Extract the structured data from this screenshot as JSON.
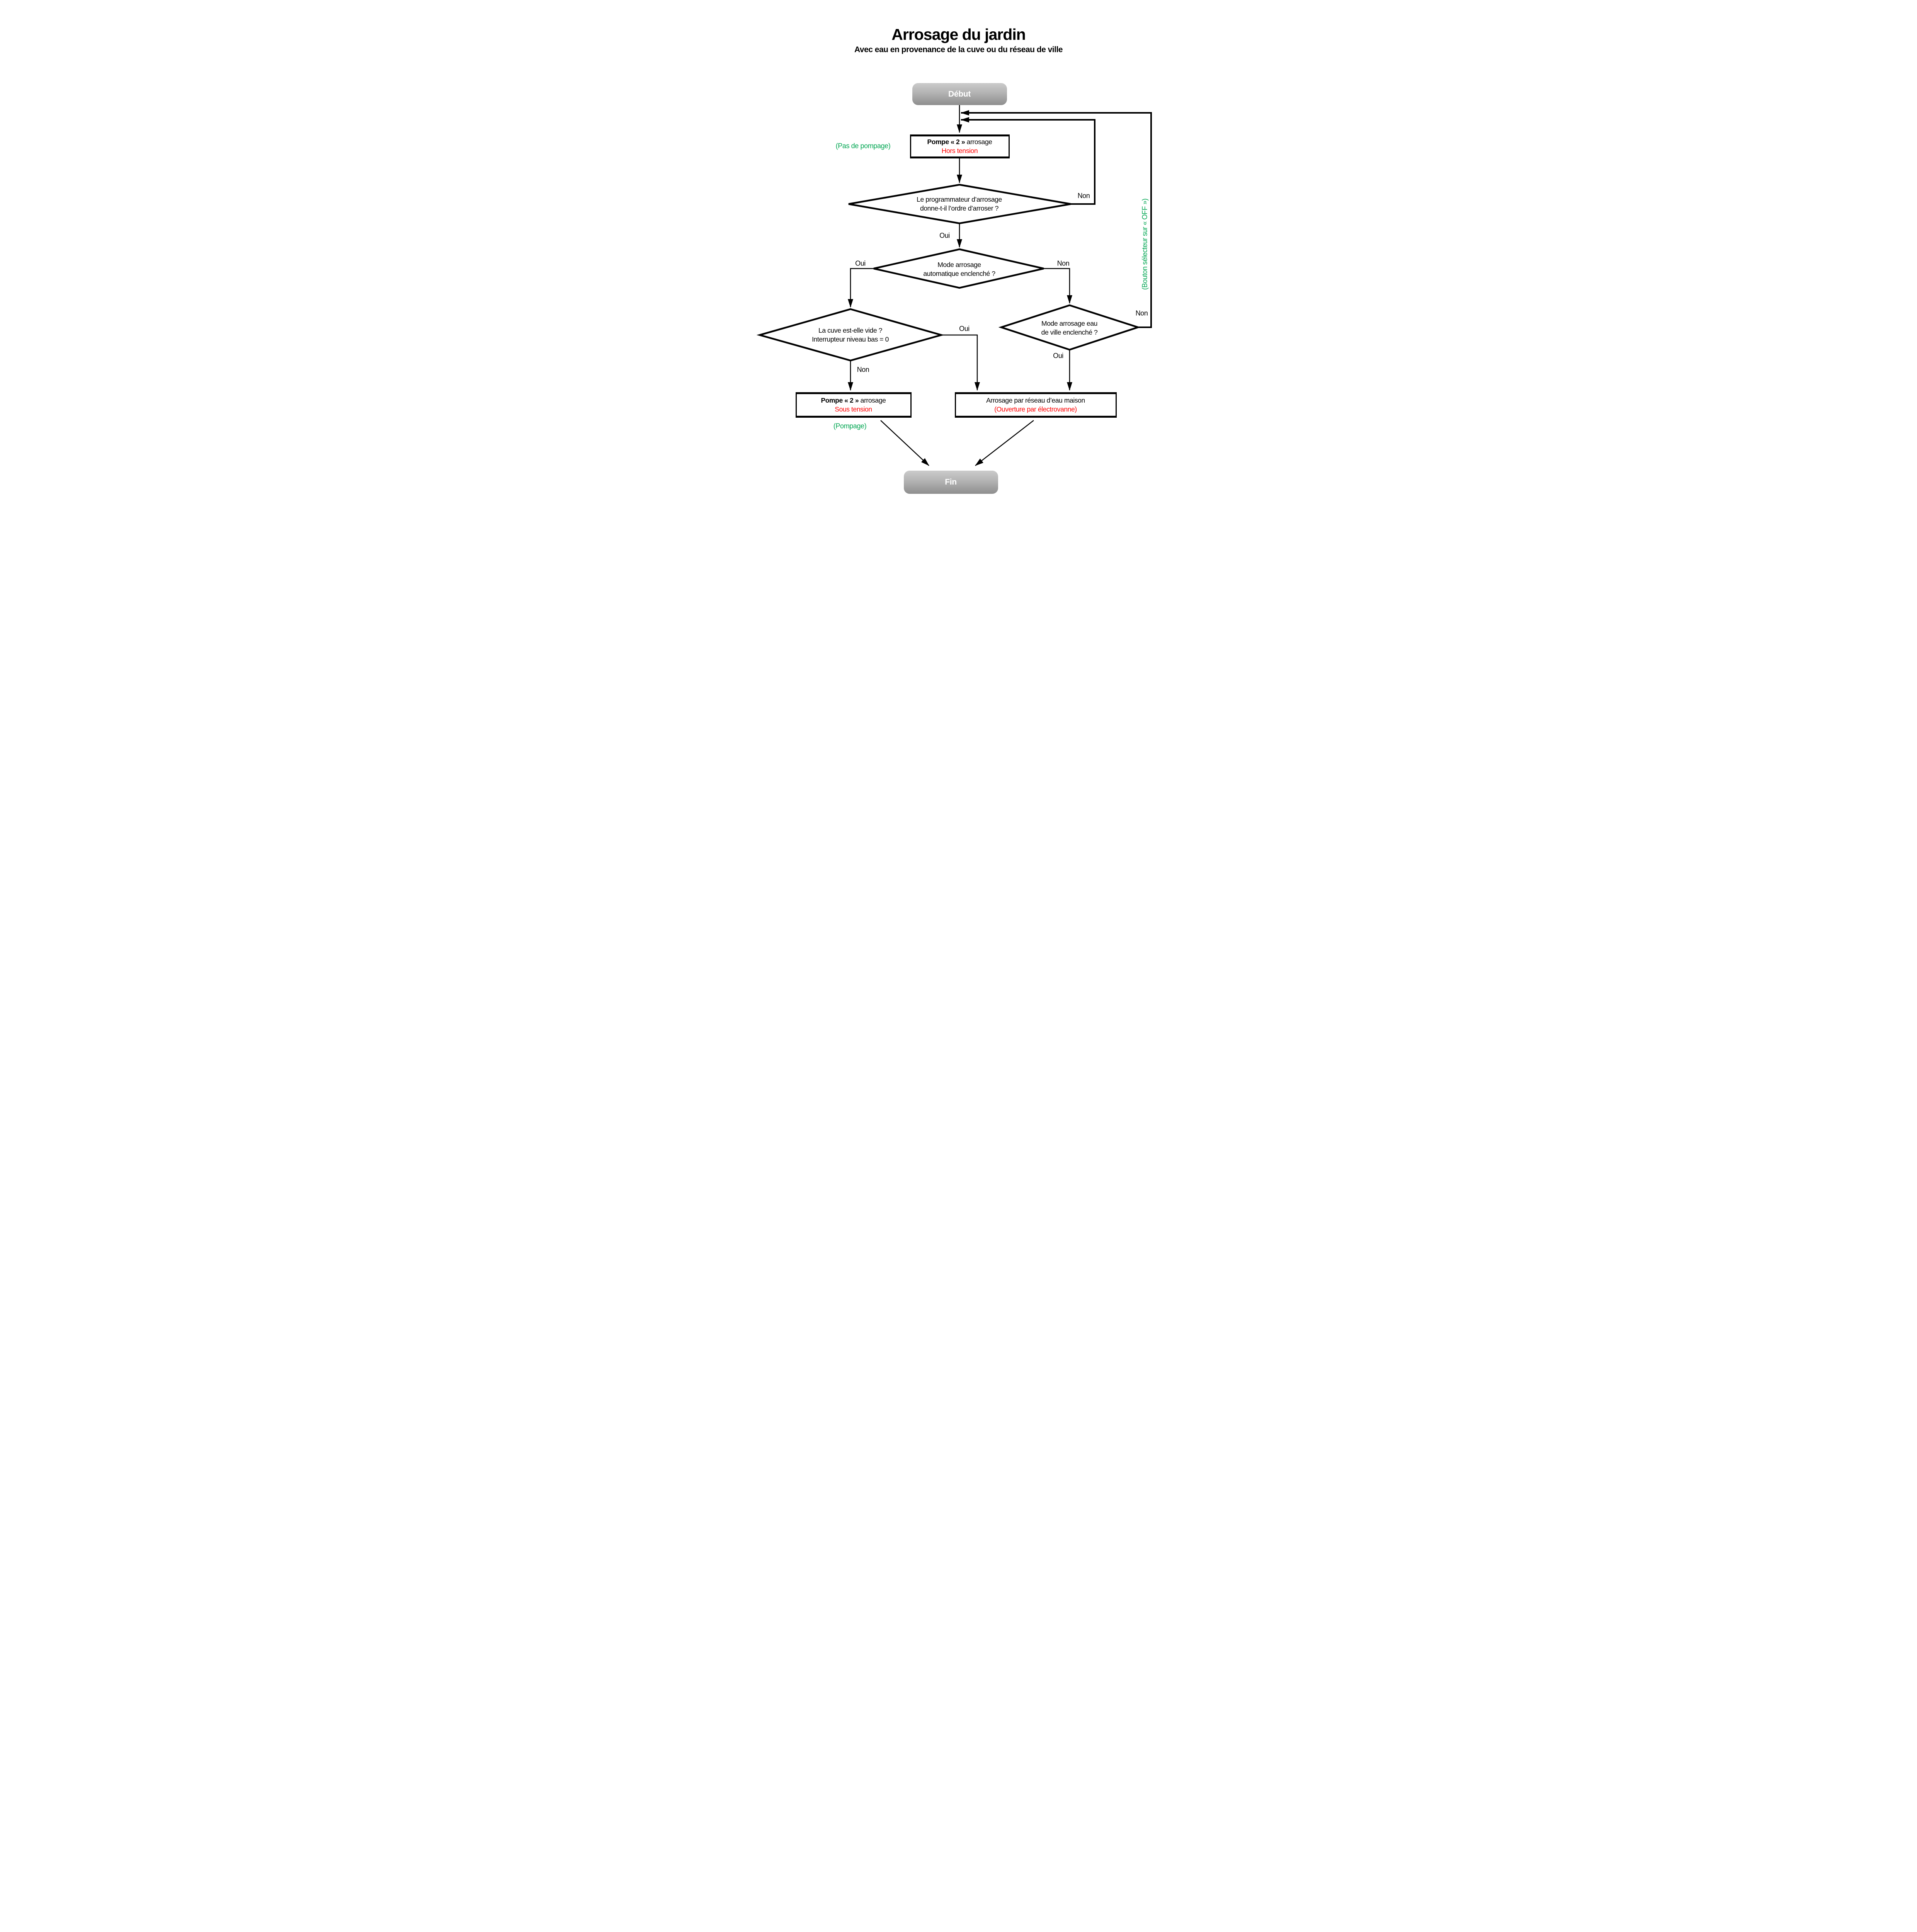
{
  "page": {
    "title": "Arrosage du jardin",
    "subtitle": "Avec eau en provenance de la cuve ou du réseau de ville"
  },
  "colors": {
    "annotation_green": "#00a651",
    "status_red": "#ff0000",
    "terminal_gray_top": "#cbcbcb",
    "terminal_gray_bottom": "#8e8e8e",
    "line_black": "#000000"
  },
  "nodes": {
    "debut": {
      "label": "Début"
    },
    "pompe_hors": {
      "title_bold": "Pompe « 2 »",
      "title_rest": " arrosage",
      "status": "Hors tension"
    },
    "prog": {
      "line1": "Le programmateur d’arrosage",
      "line2": "donne-t-il l’ordre d’arroser ?"
    },
    "auto": {
      "line1": "Mode arrosage",
      "line2": "automatique enclenché ?"
    },
    "cuve": {
      "line1": "La cuve est-elle vide ?",
      "line2": "Interrupteur niveau bas = 0"
    },
    "ville": {
      "line1": "Mode arrosage eau",
      "line2": "de ville enclenché ?"
    },
    "pompe_sous": {
      "title_bold": "Pompe « 2 »",
      "title_rest": " arrosage",
      "status": "Sous tension"
    },
    "reseau": {
      "line1": "Arrosage par réseau d’eau maison",
      "line2": "(Ouverture par électrovanne)"
    },
    "fin": {
      "label": "Fin"
    }
  },
  "branch_labels": {
    "prog_non": "Non",
    "prog_oui": "Oui",
    "auto_oui": "Oui",
    "auto_non": "Non",
    "cuve_oui": "Oui",
    "cuve_non": "Non",
    "ville_non": "Non",
    "ville_oui": "Oui"
  },
  "annotations": {
    "pas_de_pompage": "(Pas de pompage)",
    "pompage": "(Pompage)",
    "bouton_off": "(Bouton sélecteur sur « OFF »)"
  }
}
